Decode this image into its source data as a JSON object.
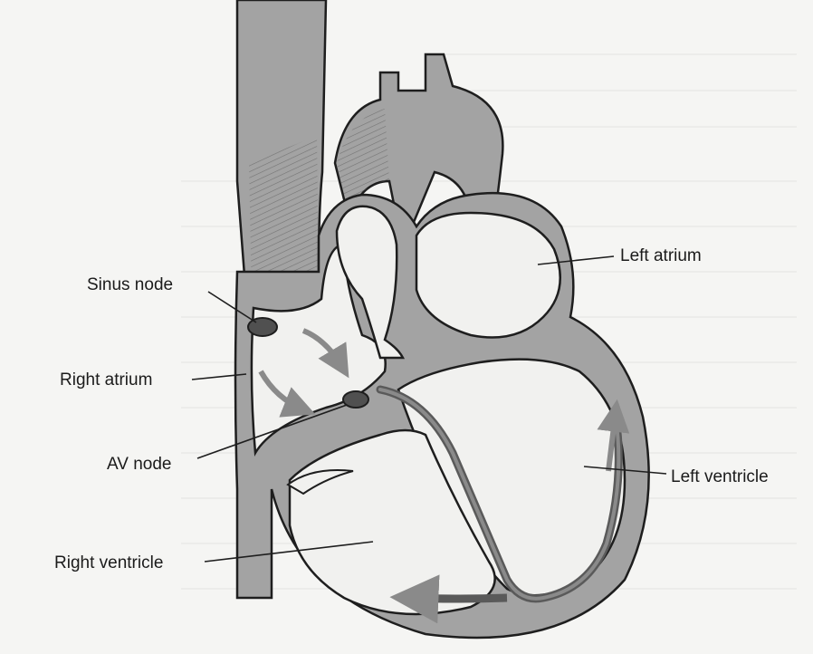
{
  "diagram": {
    "labels": {
      "sinus_node": "Sinus node",
      "right_atrium": "Right atrium",
      "av_node": "AV node",
      "right_ventricle": "Right ventricle",
      "left_atrium": "Left atrium",
      "left_ventricle": "Left ventricle"
    }
  },
  "colors": {
    "tissue": "#a3a3a3",
    "chamber": "#f1f1ef",
    "outline": "#1e1e1e",
    "node": "#505050",
    "conduction_arrow": "#8a8a8a"
  }
}
